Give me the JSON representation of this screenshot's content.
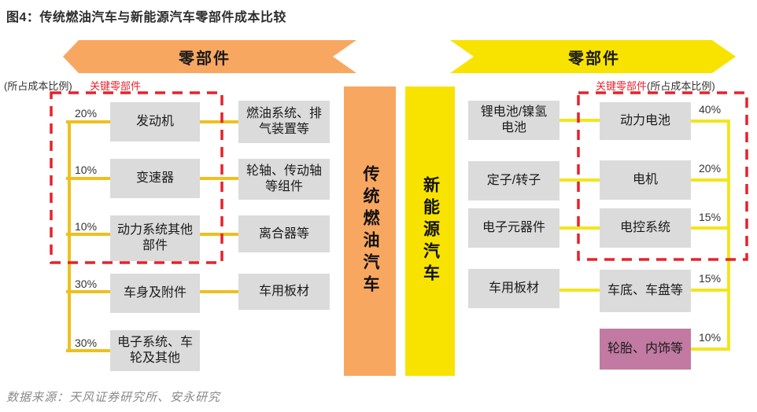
{
  "figure": {
    "title": "图4：传统燃油汽车与新能源汽车零部件成本比较",
    "source": "数据来源：天风证券研究所、安永研究"
  },
  "left_section": {
    "arrow_label": "零部件",
    "cost_ratio_label": "(所占成本比例)",
    "key_parts_label": "关键零部件",
    "vehicle_label": "传统燃油汽车",
    "rows": [
      {
        "percent": "20%",
        "part": "发动机",
        "materials": "燃油系统、排气装置等"
      },
      {
        "percent": "10%",
        "part": "变速器",
        "materials": "轮轴、传动轴等组件"
      },
      {
        "percent": "10%",
        "part": "动力系统其他部件",
        "materials": "离合器等"
      },
      {
        "percent": "30%",
        "part": "车身及附件",
        "materials": "车用板材"
      },
      {
        "percent": "30%",
        "part": "电子系统、车轮及其他",
        "materials": ""
      }
    ]
  },
  "right_section": {
    "arrow_label": "零部件",
    "cost_ratio_label": "(所占成本比例)",
    "key_parts_label": "关键零部件",
    "vehicle_label": "新能源汽车",
    "rows": [
      {
        "materials": "锂电池/镍氢电池",
        "part": "动力电池",
        "percent": "40%"
      },
      {
        "materials": "定子/转子",
        "part": "电机",
        "percent": "20%"
      },
      {
        "materials": "电子元器件",
        "part": "电控系统",
        "percent": "15%"
      },
      {
        "materials": "车用板材",
        "part": "车底、车盘等",
        "percent": "15%"
      },
      {
        "materials": "",
        "part": "轮胎、内饰等",
        "percent": "10%"
      }
    ]
  },
  "colors": {
    "traditional_accent": "#F8A761",
    "nev_accent": "#F8E300",
    "part_box_bg": "#DBDBDB",
    "highlight_box_bg": "#C279A2",
    "key_outline_red": "#E8212A",
    "left_connector": "#EEC01F",
    "right_connector": "#F2E51D"
  }
}
